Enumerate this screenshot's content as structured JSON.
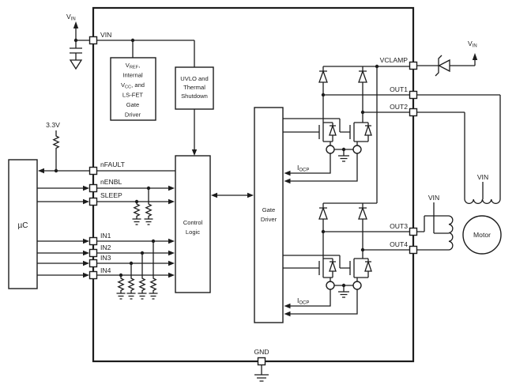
{
  "diagram_type": "motor-driver functional block diagram (unipolar stepper driver)",
  "colors": {
    "line": "#1c1c1c",
    "background": "#ffffff"
  },
  "labels": {
    "vin_sig_main": "V",
    "vin_sig_sub": "IN",
    "rail_3v3": "3.3V",
    "mcu": "µC",
    "motor": "Motor",
    "vin_tap_top": "VIN",
    "vin_tap_left": "VIN"
  },
  "iocp": {
    "main": "I",
    "sub": "OCP"
  },
  "ic": {
    "pins_left": {
      "vin": "VIN",
      "nfault": "nFAULT",
      "nenbl": "nENBL",
      "sleep": "SLEEP",
      "in1": "IN1",
      "in2": "IN2",
      "in3": "IN3",
      "in4": "IN4"
    },
    "pins_right": {
      "vclamp": "VCLAMP",
      "out1": "OUT1",
      "out2": "OUT2",
      "out3": "OUT3",
      "out4": "OUT4"
    },
    "pin_bottom": {
      "gnd": "GND"
    },
    "blocks": {
      "vref": {
        "p1": "V",
        "p1s": "REF",
        "p1t": ",",
        "l2": "Internal",
        "p3": "V",
        "p3s": "CC",
        "p3t": ", and",
        "l4": "LS-FET",
        "l5": "Gate",
        "l6": "Driver"
      },
      "uvlo": {
        "l1": "UVLO and",
        "l2": "Thermal",
        "l3": "Shutdown"
      },
      "control": {
        "l1": "Control",
        "l2": "Logic"
      },
      "gate": {
        "l1": "Gate",
        "l2": "Driver"
      }
    }
  }
}
